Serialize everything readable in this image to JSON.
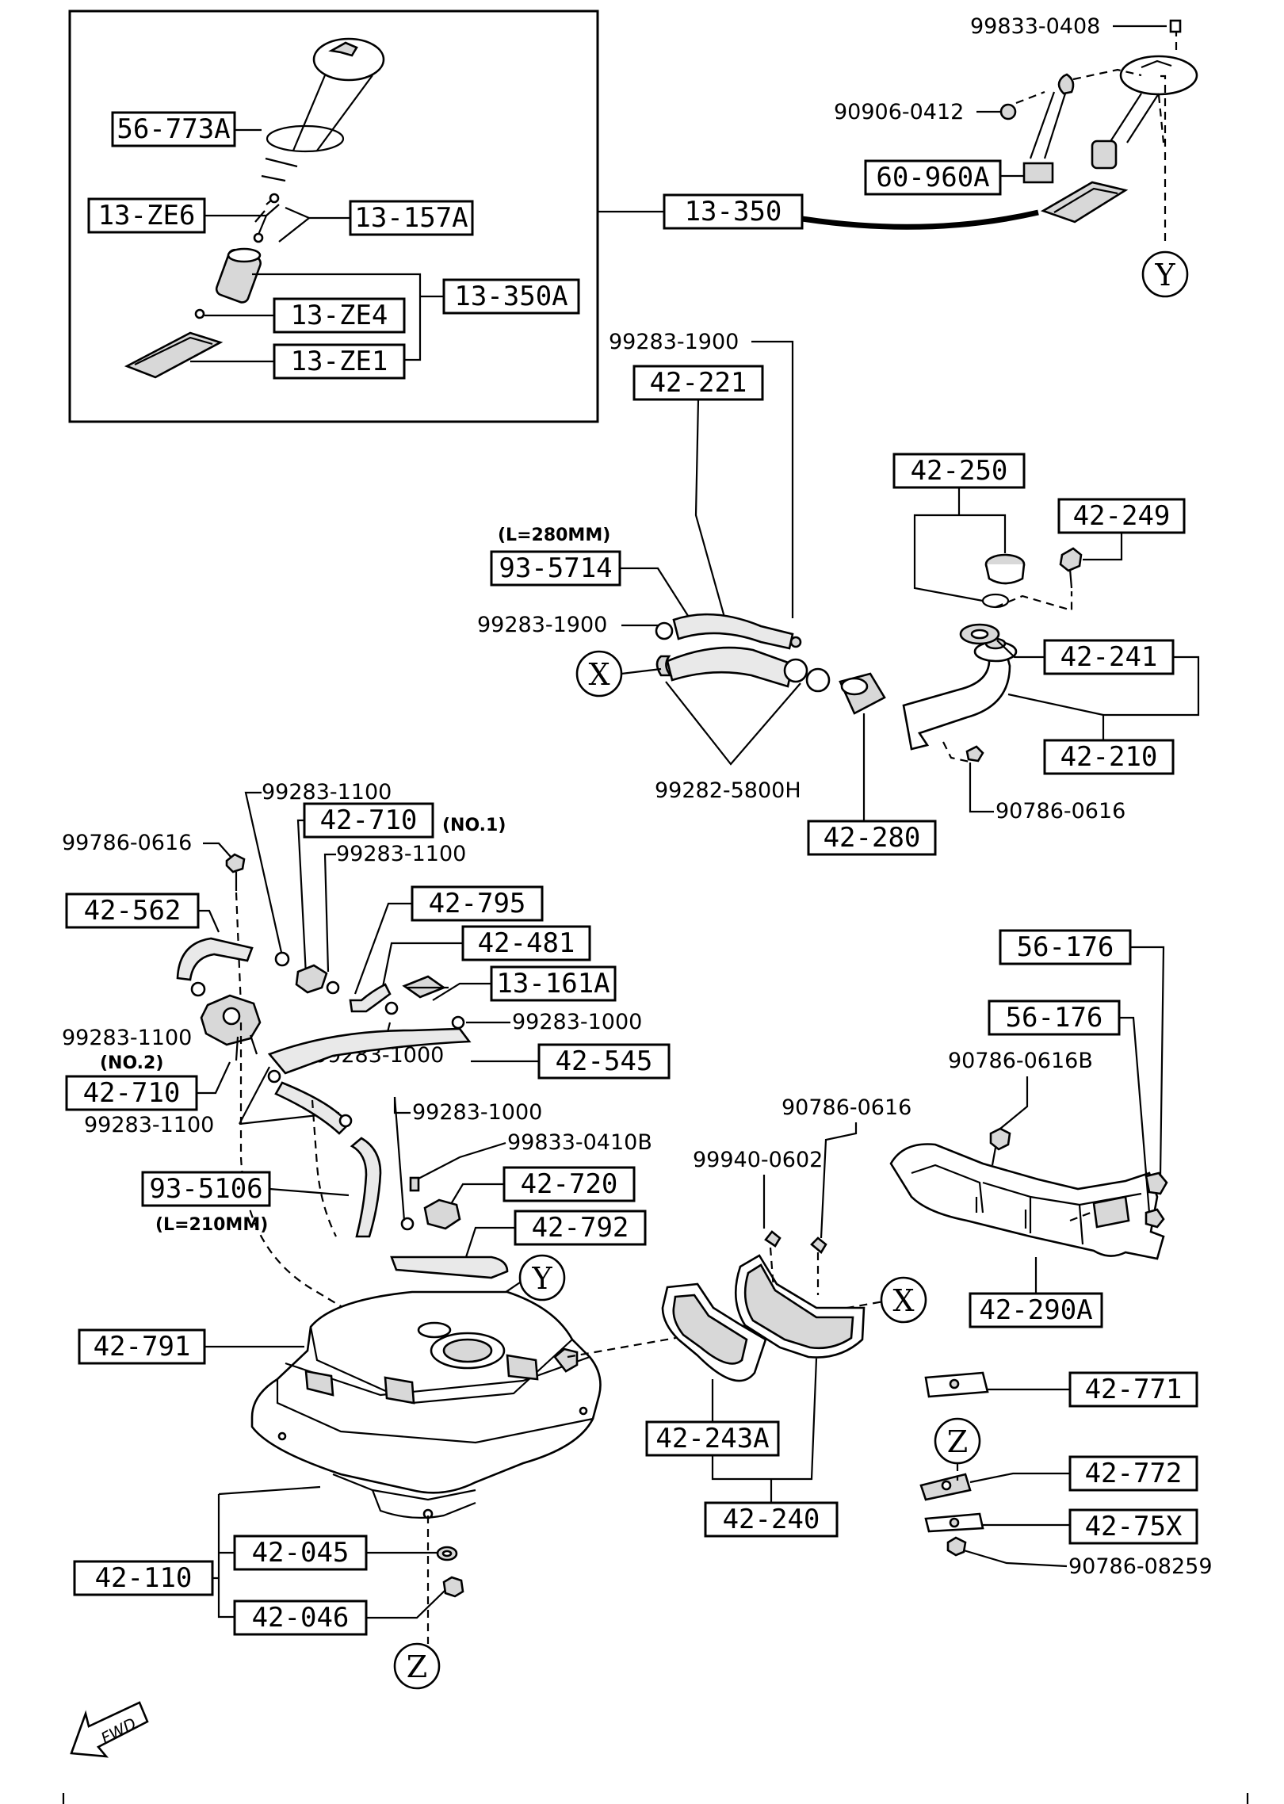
{
  "inset": {
    "labels": {
      "l_56_773a": "56-773A",
      "l_13_ze6": "13-ZE6",
      "l_13_157a": "13-157A",
      "l_13_350a": "13-350A",
      "l_13_ze4": "13-ZE4",
      "l_13_ze1": "13-ZE1"
    }
  },
  "labels": {
    "l_13_350": "13-350",
    "l_99833_0408": "99833-0408",
    "l_90906_0412": "90906-0412",
    "l_60_960a": "60-960A",
    "l_99283_1900_a": "99283-1900",
    "l_42_221": "42-221",
    "l_l280": "(L=280MM)",
    "l_93_5714": "93-5714",
    "l_99283_1900_b": "99283-1900",
    "l_99282_5800h": "99282-5800H",
    "l_42_280": "42-280",
    "l_42_250": "42-250",
    "l_42_249": "42-249",
    "l_42_241": "42-241",
    "l_42_210": "42-210",
    "l_90786_0616_a": "90786-0616",
    "l_99283_1100_a": "99283-1100",
    "l_42_710_a": "42-710",
    "l_no1": "(NO.1)",
    "l_99786_0616": "99786-0616",
    "l_99283_1100_b": "99283-1100",
    "l_42_562": "42-562",
    "l_42_795": "42-795",
    "l_42_481": "42-481",
    "l_13_161a": "13-161A",
    "l_99283_1000_a": "99283-1000",
    "l_99283_1100_c": "99283-1100",
    "l_no2": "(NO.2)",
    "l_99283_1000_b": "99283-1000",
    "l_42_545": "42-545",
    "l_42_710_b": "42-710",
    "l_99283_1100_d": "99283-1100",
    "l_99283_1000_c": "99283-1000",
    "l_99833_0410b": "99833-0410B",
    "l_42_720": "42-720",
    "l_93_5106": "93-5106",
    "l_l210": "(L=210MM)",
    "l_42_792": "42-792",
    "l_42_791": "42-791",
    "l_99940_0602": "99940-0602",
    "l_90786_0616_b": "90786-0616",
    "l_42_243a": "42-243A",
    "l_42_240": "42-240",
    "l_42_045": "42-045",
    "l_42_110": "42-110",
    "l_42_046": "42-046",
    "l_56_176_a": "56-176",
    "l_56_176_b": "56-176",
    "l_90786_0616b": "90786-0616B",
    "l_42_290a": "42-290A",
    "l_42_771": "42-771",
    "l_42_772": "42-772",
    "l_42_75x": "42-75X",
    "l_90786_08259": "90786-08259"
  },
  "refs": {
    "y": "Y",
    "x": "X",
    "z": "Z"
  },
  "fwd": "FWD"
}
